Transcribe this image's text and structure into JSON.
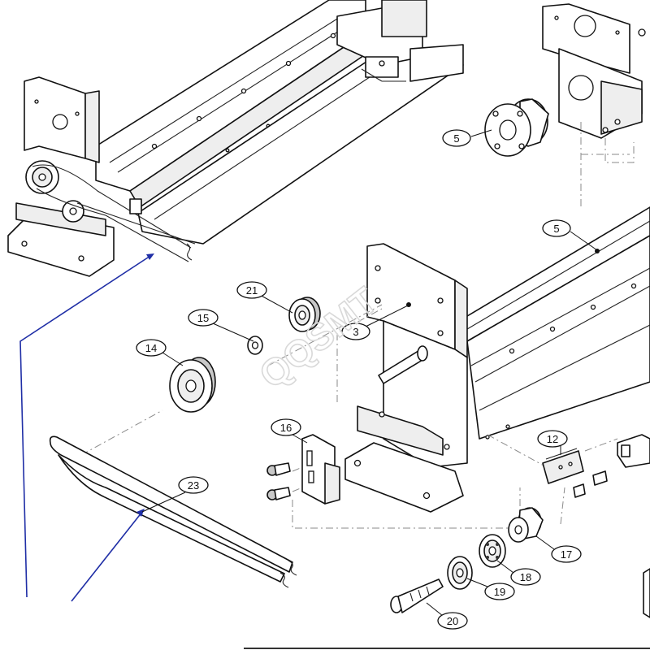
{
  "watermark": "QQSMT",
  "callouts": [
    {
      "id": "c5a",
      "label": "5"
    },
    {
      "id": "c5b",
      "label": "5"
    },
    {
      "id": "c21",
      "label": "21"
    },
    {
      "id": "c15",
      "label": "15"
    },
    {
      "id": "c3",
      "label": "3"
    },
    {
      "id": "c14",
      "label": "14"
    },
    {
      "id": "c16",
      "label": "16"
    },
    {
      "id": "c12",
      "label": "12"
    },
    {
      "id": "c23",
      "label": "23"
    },
    {
      "id": "c17",
      "label": "17"
    },
    {
      "id": "c18",
      "label": "18"
    },
    {
      "id": "c19",
      "label": "19"
    },
    {
      "id": "c20",
      "label": "20"
    }
  ],
  "colors": {
    "line": "#111111",
    "pointer_arrow": "#1f2ea6",
    "watermark": "#d9d9d9",
    "background": "#ffffff"
  }
}
